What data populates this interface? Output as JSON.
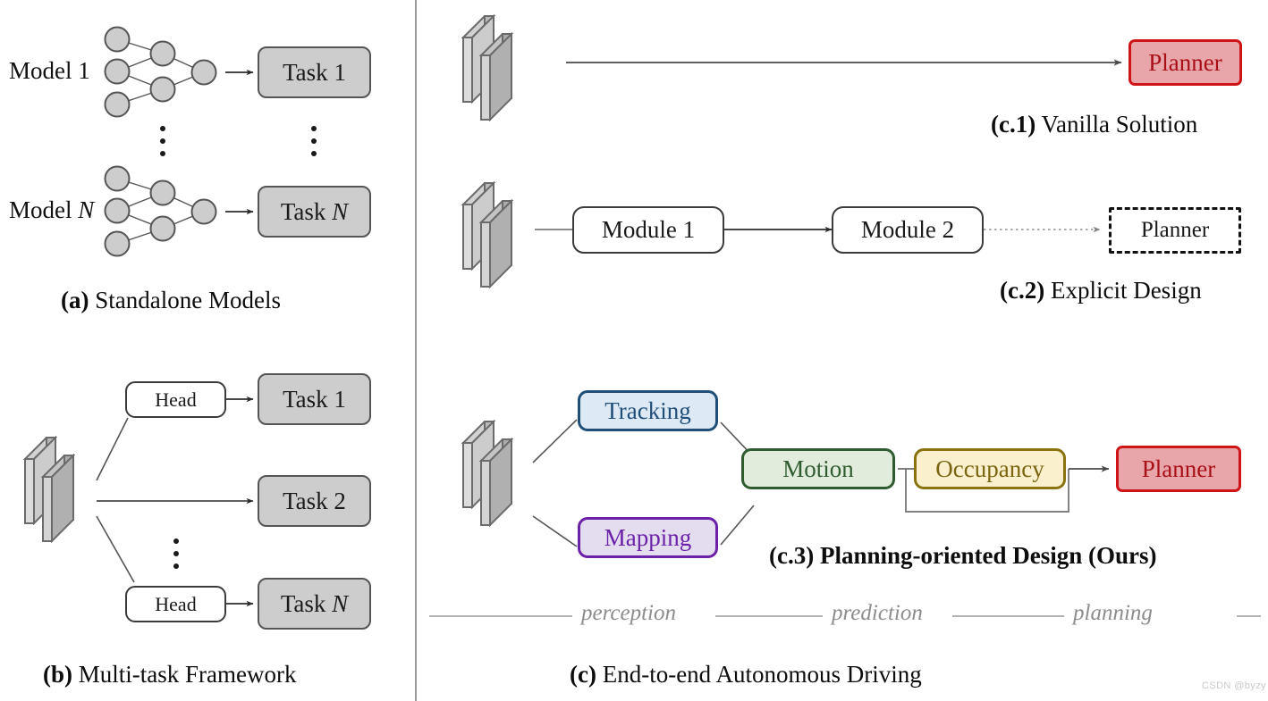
{
  "figure": {
    "title_parts": [
      "(a) Standalone Models",
      "(b) Multi-task Framework",
      "(c) End-to-end Autonomous Driving"
    ],
    "watermark": "CSDN @byzy"
  },
  "colors": {
    "task_fill": "#cdcdcd",
    "task_border": "#555555",
    "tracking_fill": "#dde9f4",
    "tracking_border": "#1f4e79",
    "mapping_fill": "#e4ddf0",
    "mapping_border": "#6b21a8",
    "motion_fill": "#e2ecdc",
    "motion_border": "#2f5c2f",
    "occupancy_fill": "#fbf0cd",
    "occupancy_border": "#8a7211",
    "planner_fill": "#e8a6ab",
    "planner_border": "#cf1418",
    "divider": "#9a9a9a",
    "stage_label": "#8c8c8c"
  },
  "panel_a": {
    "caption_label": "(a)",
    "caption_text": " Standalone Models",
    "models": [
      {
        "label_prefix": "Model ",
        "label_index": "1"
      },
      {
        "label_prefix": "Model ",
        "label_index": "N"
      }
    ],
    "tasks": [
      {
        "prefix": "Task ",
        "index": "1"
      },
      {
        "prefix": "Task ",
        "index": "N"
      }
    ],
    "network": {
      "layers": [
        3,
        2,
        1
      ],
      "node_fill": "#cdcdcd",
      "node_border": "#555555"
    },
    "vertical_ellipsis": "⋮"
  },
  "panel_b": {
    "caption_label": "(b)",
    "caption_text": " Multi-task Framework",
    "backbone_icon": "backbone-slabs-icon",
    "heads": [
      "Head",
      "Head"
    ],
    "tasks": [
      {
        "prefix": "Task ",
        "index": "1"
      },
      {
        "prefix": "Task ",
        "index": "2"
      },
      {
        "prefix": "Task ",
        "index": "N"
      }
    ],
    "vertical_ellipsis": "⋮"
  },
  "panel_c": {
    "caption_label": "(c)",
    "caption_text": " End-to-end Autonomous Driving",
    "stages": [
      "perception",
      "prediction",
      "planning"
    ],
    "c1": {
      "caption_label": "(c.1)",
      "caption_text": " Vanilla Solution",
      "backbone_icon": "backbone-slabs-icon",
      "planner": "Planner"
    },
    "c2": {
      "caption_label": "(c.2)",
      "caption_text": " Explicit Design",
      "backbone_icon": "backbone-slabs-icon",
      "modules": [
        "Module 1",
        "Module 2"
      ],
      "planner": "Planner"
    },
    "c3": {
      "caption_label": "(c.3)",
      "caption_text": " Planning-oriented Design (Ours)",
      "backbone_icon": "backbone-slabs-icon",
      "nodes": {
        "tracking": "Tracking",
        "mapping": "Mapping",
        "motion": "Motion",
        "occupancy": "Occupancy",
        "planner": "Planner"
      }
    }
  }
}
